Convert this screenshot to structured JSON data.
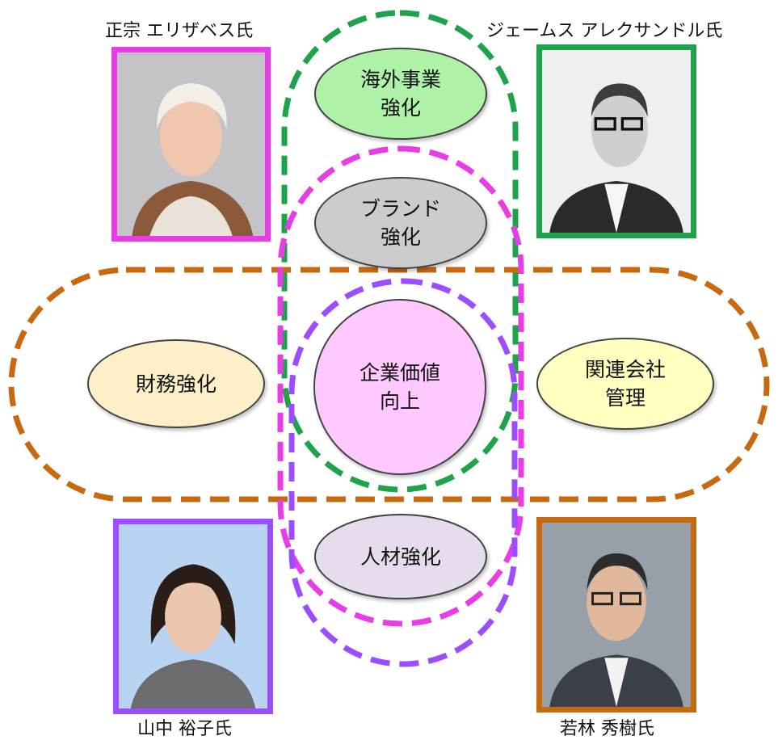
{
  "people": {
    "top_left": {
      "name": "正宗 エリザベス氏",
      "frame_color": "#e83ce6"
    },
    "top_right": {
      "name": "ジェームス アレクサンドル氏",
      "frame_color": "#1fa34a"
    },
    "bottom_left": {
      "name": "山中 裕子氏",
      "frame_color": "#9b4dff"
    },
    "bottom_right": {
      "name": "若林 秀樹氏",
      "frame_color": "#c8690f"
    }
  },
  "nodes": {
    "overseas": {
      "line1": "海外事業",
      "line2": "強化",
      "fill": "#aef2a8"
    },
    "brand": {
      "line1": "ブランド",
      "line2": "強化",
      "fill": "#cccccc"
    },
    "center": {
      "line1": "企業価値",
      "line2": "向上",
      "fill": "#ffc8ff"
    },
    "finance": {
      "line1": "財務強化",
      "fill": "#fdf0c8"
    },
    "affiliates": {
      "line1": "関連会社",
      "line2": "管理",
      "fill": "#ffffc0"
    },
    "hr": {
      "line1": "人材強化",
      "fill": "#e6dcee"
    }
  },
  "loops": {
    "green": "#1fa34a",
    "magenta": "#e83ce6",
    "purple": "#9b4dff",
    "orange": "#c8690f"
  }
}
